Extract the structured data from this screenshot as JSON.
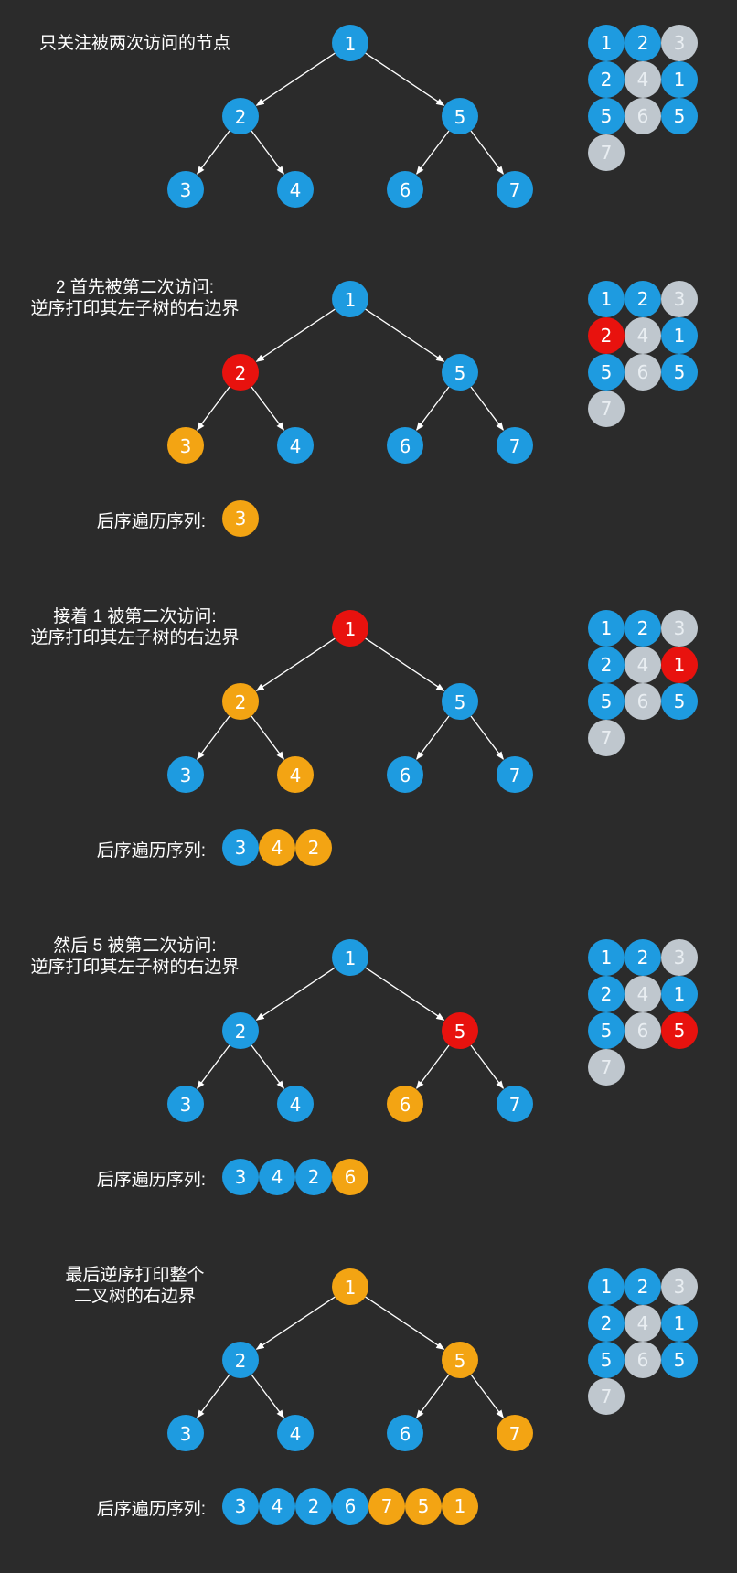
{
  "colors": {
    "background": "#2b2b2b",
    "default": "#1e9be0",
    "visiting": "#e8120e",
    "printed": "#f3a413",
    "faded": "#bfc7ce",
    "faded_text": "#e9eef2",
    "edge": "#ffffff"
  },
  "panels": [
    {
      "caption": [
        "只关注被两次访问的节点"
      ],
      "nodes": {
        "1": "default",
        "2": "default",
        "3": "default",
        "4": "default",
        "5": "default",
        "6": "default",
        "7": "default"
      },
      "order": [
        {
          "label": "1",
          "state": "default"
        },
        {
          "label": "2",
          "state": "default"
        },
        {
          "label": "3",
          "state": "faded"
        },
        {
          "label": "2",
          "state": "default"
        },
        {
          "label": "4",
          "state": "faded"
        },
        {
          "label": "1",
          "state": "default"
        },
        {
          "label": "5",
          "state": "default"
        },
        {
          "label": "6",
          "state": "faded"
        },
        {
          "label": "5",
          "state": "default"
        },
        {
          "label": "7",
          "state": "faded"
        }
      ],
      "sequence_label": "",
      "sequence": []
    },
    {
      "caption": [
        "2 首先被第二次访问:",
        "逆序打印其左子树的右边界"
      ],
      "nodes": {
        "1": "default",
        "2": "visiting",
        "3": "printed",
        "4": "default",
        "5": "default",
        "6": "default",
        "7": "default"
      },
      "order": [
        {
          "label": "1",
          "state": "default"
        },
        {
          "label": "2",
          "state": "default"
        },
        {
          "label": "3",
          "state": "faded"
        },
        {
          "label": "2",
          "state": "visiting"
        },
        {
          "label": "4",
          "state": "faded"
        },
        {
          "label": "1",
          "state": "default"
        },
        {
          "label": "5",
          "state": "default"
        },
        {
          "label": "6",
          "state": "faded"
        },
        {
          "label": "5",
          "state": "default"
        },
        {
          "label": "7",
          "state": "faded"
        }
      ],
      "sequence_label": "后序遍历序列:",
      "sequence": [
        {
          "label": "3",
          "state": "printed"
        }
      ]
    },
    {
      "caption": [
        "接着 1 被第二次访问:",
        "逆序打印其左子树的右边界"
      ],
      "nodes": {
        "1": "visiting",
        "2": "printed",
        "3": "default",
        "4": "printed",
        "5": "default",
        "6": "default",
        "7": "default"
      },
      "order": [
        {
          "label": "1",
          "state": "default"
        },
        {
          "label": "2",
          "state": "default"
        },
        {
          "label": "3",
          "state": "faded"
        },
        {
          "label": "2",
          "state": "default"
        },
        {
          "label": "4",
          "state": "faded"
        },
        {
          "label": "1",
          "state": "visiting"
        },
        {
          "label": "5",
          "state": "default"
        },
        {
          "label": "6",
          "state": "faded"
        },
        {
          "label": "5",
          "state": "default"
        },
        {
          "label": "7",
          "state": "faded"
        }
      ],
      "sequence_label": "后序遍历序列:",
      "sequence": [
        {
          "label": "3",
          "state": "default"
        },
        {
          "label": "4",
          "state": "printed"
        },
        {
          "label": "2",
          "state": "printed"
        }
      ]
    },
    {
      "caption": [
        "然后 5 被第二次访问:",
        "逆序打印其左子树的右边界"
      ],
      "nodes": {
        "1": "default",
        "2": "default",
        "3": "default",
        "4": "default",
        "5": "visiting",
        "6": "printed",
        "7": "default"
      },
      "order": [
        {
          "label": "1",
          "state": "default"
        },
        {
          "label": "2",
          "state": "default"
        },
        {
          "label": "3",
          "state": "faded"
        },
        {
          "label": "2",
          "state": "default"
        },
        {
          "label": "4",
          "state": "faded"
        },
        {
          "label": "1",
          "state": "default"
        },
        {
          "label": "5",
          "state": "default"
        },
        {
          "label": "6",
          "state": "faded"
        },
        {
          "label": "5",
          "state": "visiting"
        },
        {
          "label": "7",
          "state": "faded"
        }
      ],
      "sequence_label": "后序遍历序列:",
      "sequence": [
        {
          "label": "3",
          "state": "default"
        },
        {
          "label": "4",
          "state": "default"
        },
        {
          "label": "2",
          "state": "default"
        },
        {
          "label": "6",
          "state": "printed"
        }
      ]
    },
    {
      "caption": [
        "最后逆序打印整个",
        "二叉树的右边界"
      ],
      "nodes": {
        "1": "printed",
        "2": "default",
        "3": "default",
        "4": "default",
        "5": "printed",
        "6": "default",
        "7": "printed"
      },
      "order": [
        {
          "label": "1",
          "state": "default"
        },
        {
          "label": "2",
          "state": "default"
        },
        {
          "label": "3",
          "state": "faded"
        },
        {
          "label": "2",
          "state": "default"
        },
        {
          "label": "4",
          "state": "faded"
        },
        {
          "label": "1",
          "state": "default"
        },
        {
          "label": "5",
          "state": "default"
        },
        {
          "label": "6",
          "state": "faded"
        },
        {
          "label": "5",
          "state": "default"
        },
        {
          "label": "7",
          "state": "faded"
        }
      ],
      "sequence_label": "后序遍历序列:",
      "sequence": [
        {
          "label": "3",
          "state": "default"
        },
        {
          "label": "4",
          "state": "default"
        },
        {
          "label": "2",
          "state": "default"
        },
        {
          "label": "6",
          "state": "default"
        },
        {
          "label": "7",
          "state": "printed"
        },
        {
          "label": "5",
          "state": "printed"
        },
        {
          "label": "1",
          "state": "printed"
        }
      ]
    }
  ]
}
